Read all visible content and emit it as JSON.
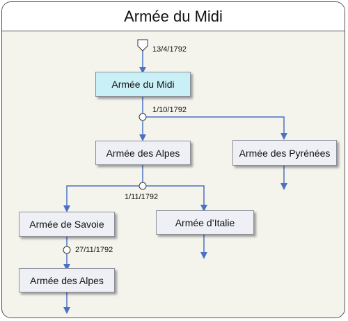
{
  "title": "Armée du Midi",
  "nodes": [
    {
      "id": "midi",
      "label": "Armée du Midi"
    },
    {
      "id": "alpes",
      "label": "Armée des Alpes"
    },
    {
      "id": "pyrenees",
      "label": "Armée des Pyrénées"
    },
    {
      "id": "savoie",
      "label": "Armée de Savoie"
    },
    {
      "id": "italie",
      "label": "Armée d’Italie"
    },
    {
      "id": "alpes2",
      "label": "Armée des Alpes"
    }
  ],
  "dates": {
    "start": "13/4/1792",
    "split1": "1/10/1792",
    "split2": "1/11/1792",
    "rename": "27/11/1792"
  },
  "colors": {
    "arrow": "#4a72c4",
    "node_fill": "#eef0f6",
    "highlight_fill": "#c9f0f6"
  }
}
